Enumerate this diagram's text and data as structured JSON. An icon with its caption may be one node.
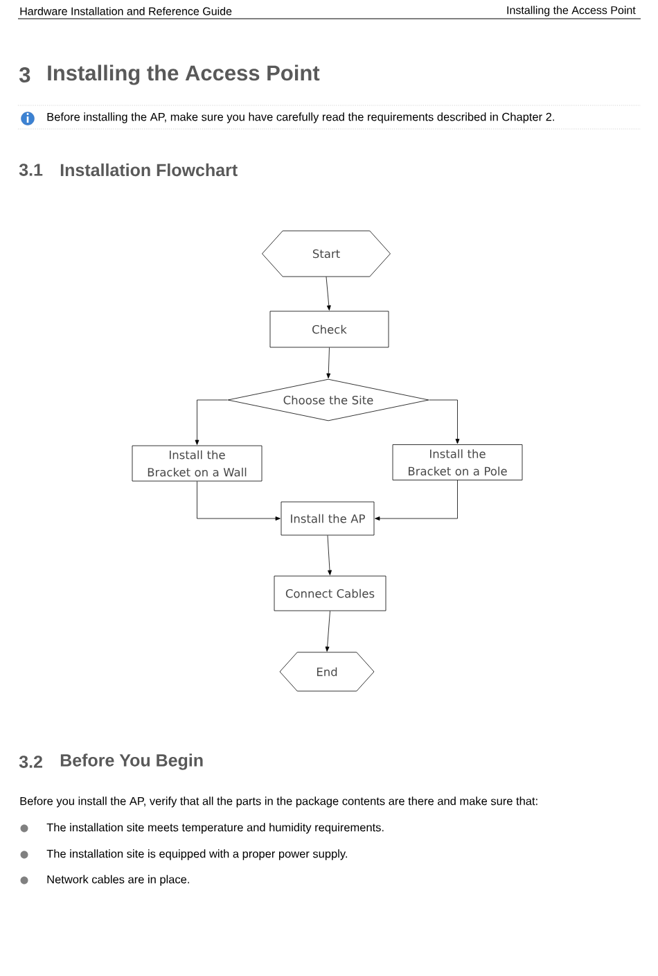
{
  "diagram": {
    "nodes": [
      {
        "text": [
          "Start"
        ]
      },
      {
        "text": [
          "Check"
        ]
      },
      {
        "text": [
          "Choose the Site"
        ]
      },
      {
        "text": [
          "Install the Bracket on a Wall"
        ]
      },
      {
        "text": [
          "Install the Bracket on a Pole"
        ]
      },
      {
        "text": [
          "Install the AP"
        ]
      },
      {
        "text": [
          "Connect Cables"
        ]
      },
      {
        "text": [
          "End"
        ]
      }
    ],
    "edges": [
      {
        "from": 0,
        "to": 1,
        "arrow": "to"
      },
      {
        "from": 1,
        "to": 2,
        "arrow": "to"
      },
      {
        "from": 2,
        "to": 3,
        "arrow": "to"
      },
      {
        "from": 2,
        "to": 4,
        "arrow": "to"
      },
      {
        "from": 3,
        "to": 5,
        "arrow": "to"
      },
      {
        "from": 4,
        "to": 5,
        "arrow": "to"
      },
      {
        "from": 5,
        "to": 6,
        "arrow": "to"
      },
      {
        "from": 6,
        "to": 7,
        "arrow": "to"
      }
    ],
    "labels": [
      "Hardware Installation and Reference Guide",
      "Installing the Access Point",
      "3",
      "Installing the Access Point",
      "Before installing the AP, make sure you have carefully read the requirements described in Chapter 2.",
      "3.1",
      "Installation Flowchart",
      "3.2",
      "Before You Begin",
      "Before you install the AP, verify that all the parts in the package contents are there and make sure that:",
      "The installation site meets temperature and humidity requirements.",
      "The installation site is equipped with a proper power supply.",
      "Network cables are in place."
    ]
  }
}
